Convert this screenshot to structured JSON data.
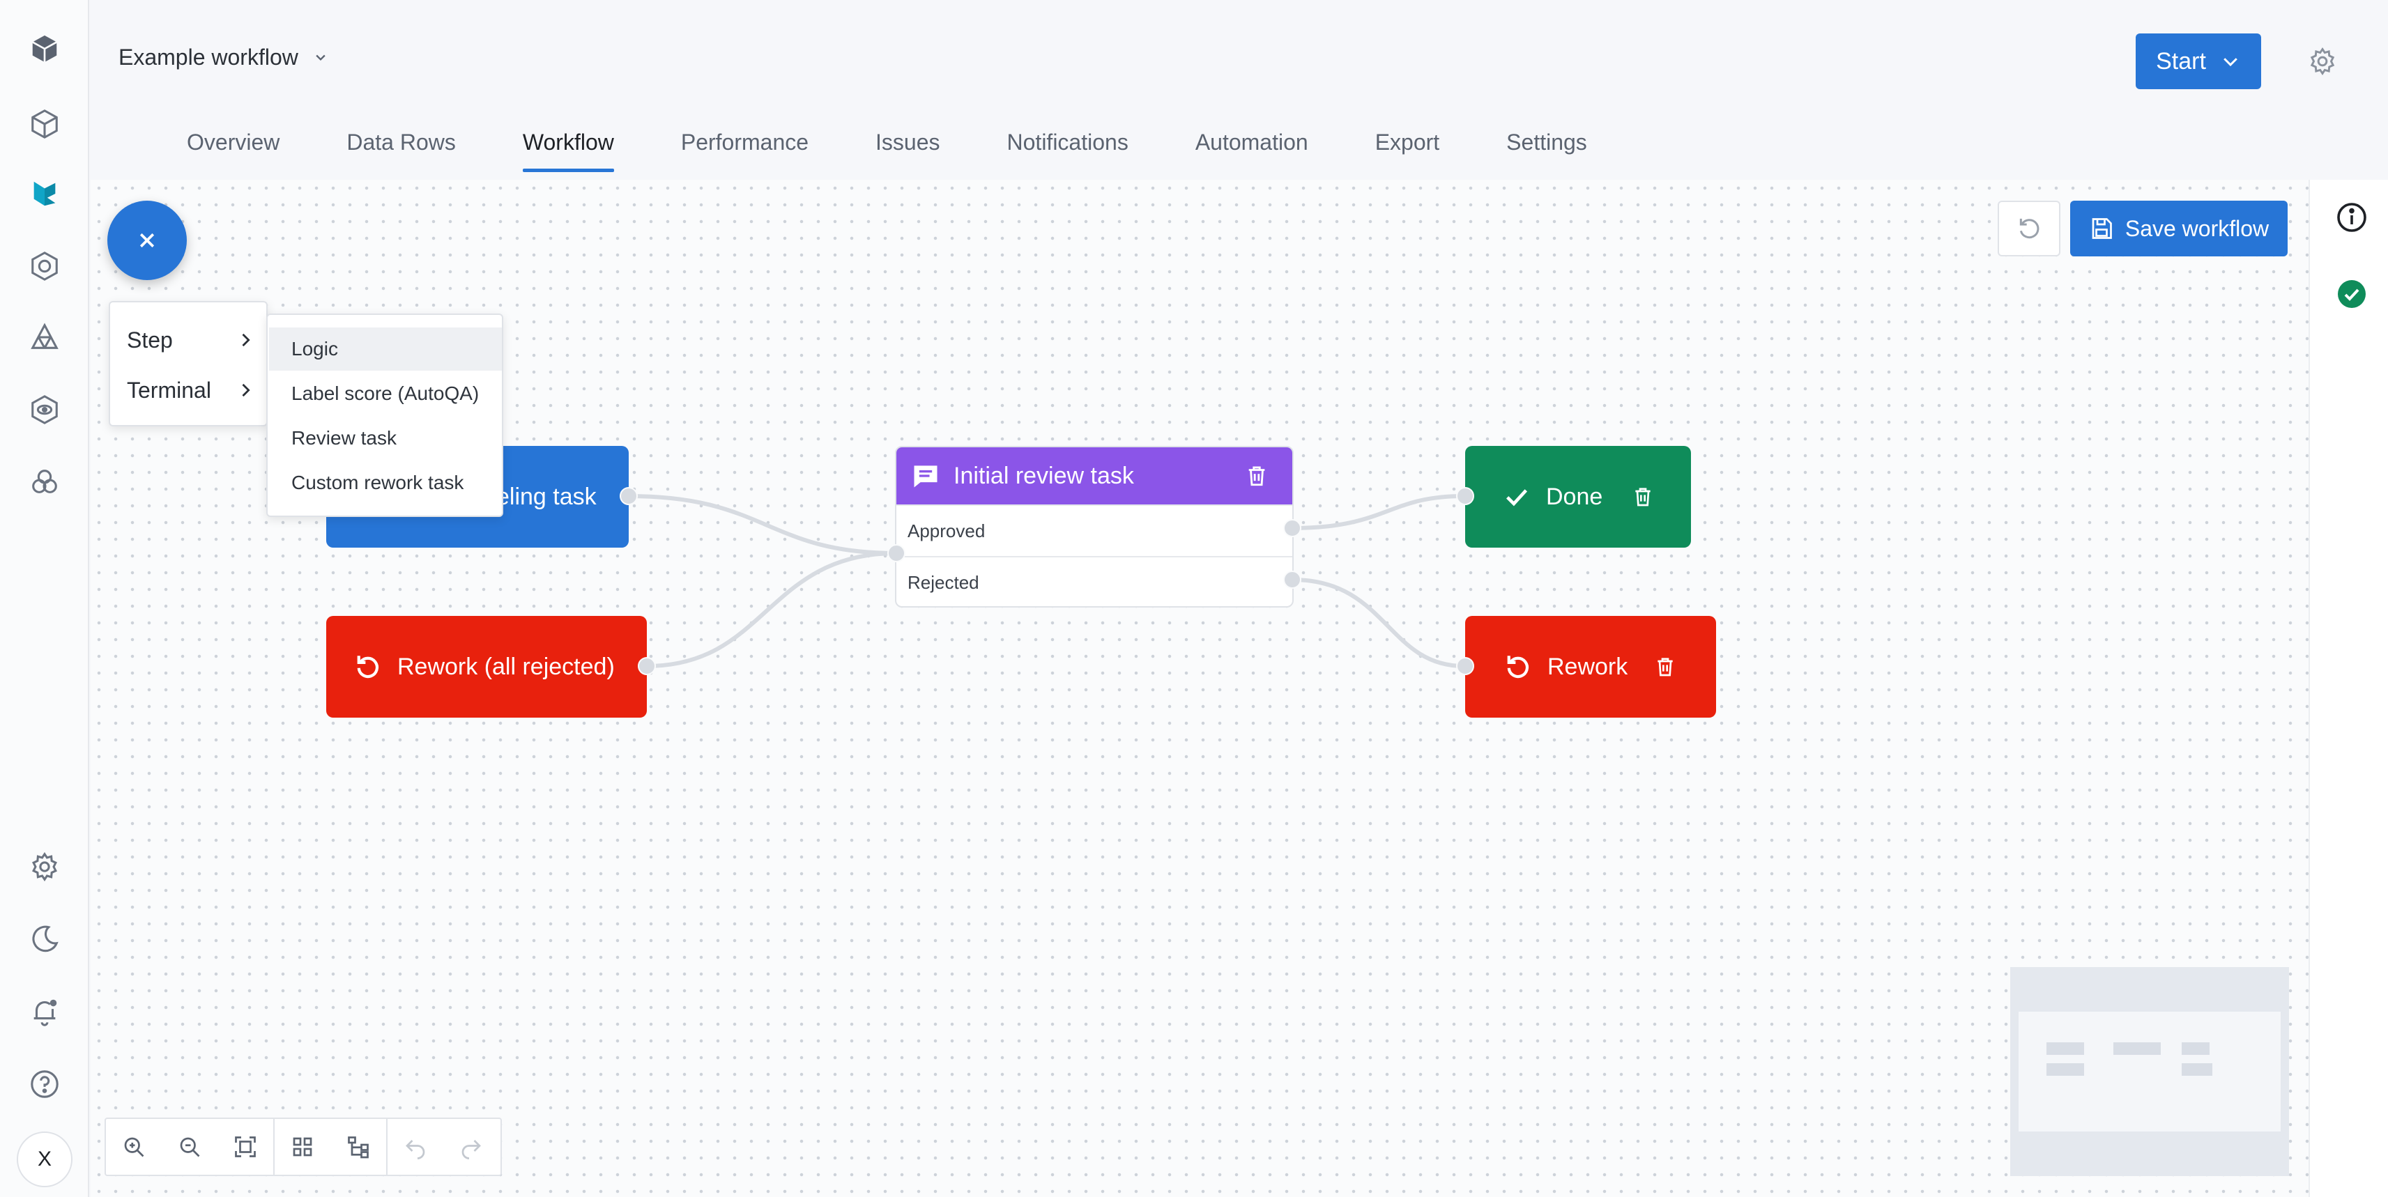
{
  "app": {
    "workflow_name": "Example workflow",
    "start_label": "Start",
    "rail_avatar": "X"
  },
  "tabs": [
    {
      "label": "Overview"
    },
    {
      "label": "Data Rows"
    },
    {
      "label": "Workflow",
      "active": true
    },
    {
      "label": "Performance"
    },
    {
      "label": "Issues"
    },
    {
      "label": "Notifications"
    },
    {
      "label": "Automation"
    },
    {
      "label": "Export"
    },
    {
      "label": "Settings"
    }
  ],
  "canvas": {
    "save_label": "Save workflow",
    "add_menu": {
      "items": [
        {
          "label": "Step"
        },
        {
          "label": "Terminal"
        }
      ],
      "step_submenu": [
        {
          "label": "Logic"
        },
        {
          "label": "Label score (AutoQA)"
        },
        {
          "label": "Review task"
        },
        {
          "label": "Custom rework task"
        }
      ]
    },
    "nodes": {
      "labeling": {
        "label": "eling task"
      },
      "rework_all": {
        "label": "Rework (all rejected)"
      },
      "review": {
        "title": "Initial review task",
        "outputs": [
          "Approved",
          "Rejected"
        ]
      },
      "done": {
        "label": "Done"
      },
      "rework": {
        "label": "Rework"
      }
    }
  },
  "colors": {
    "primary": "#2775d6",
    "review": "#8b55e8",
    "done": "#0f8c5a",
    "rework": "#e8210d",
    "status_ok": "#0f8c5a"
  },
  "icons": {
    "rail": [
      "logo-icon",
      "catalog-icon",
      "annotate-icon",
      "model-icon",
      "ontology-icon",
      "review-icon",
      "integrations-icon"
    ],
    "rail_bottom": [
      "settings-icon",
      "moon-icon",
      "bell-icon",
      "help-icon"
    ]
  }
}
